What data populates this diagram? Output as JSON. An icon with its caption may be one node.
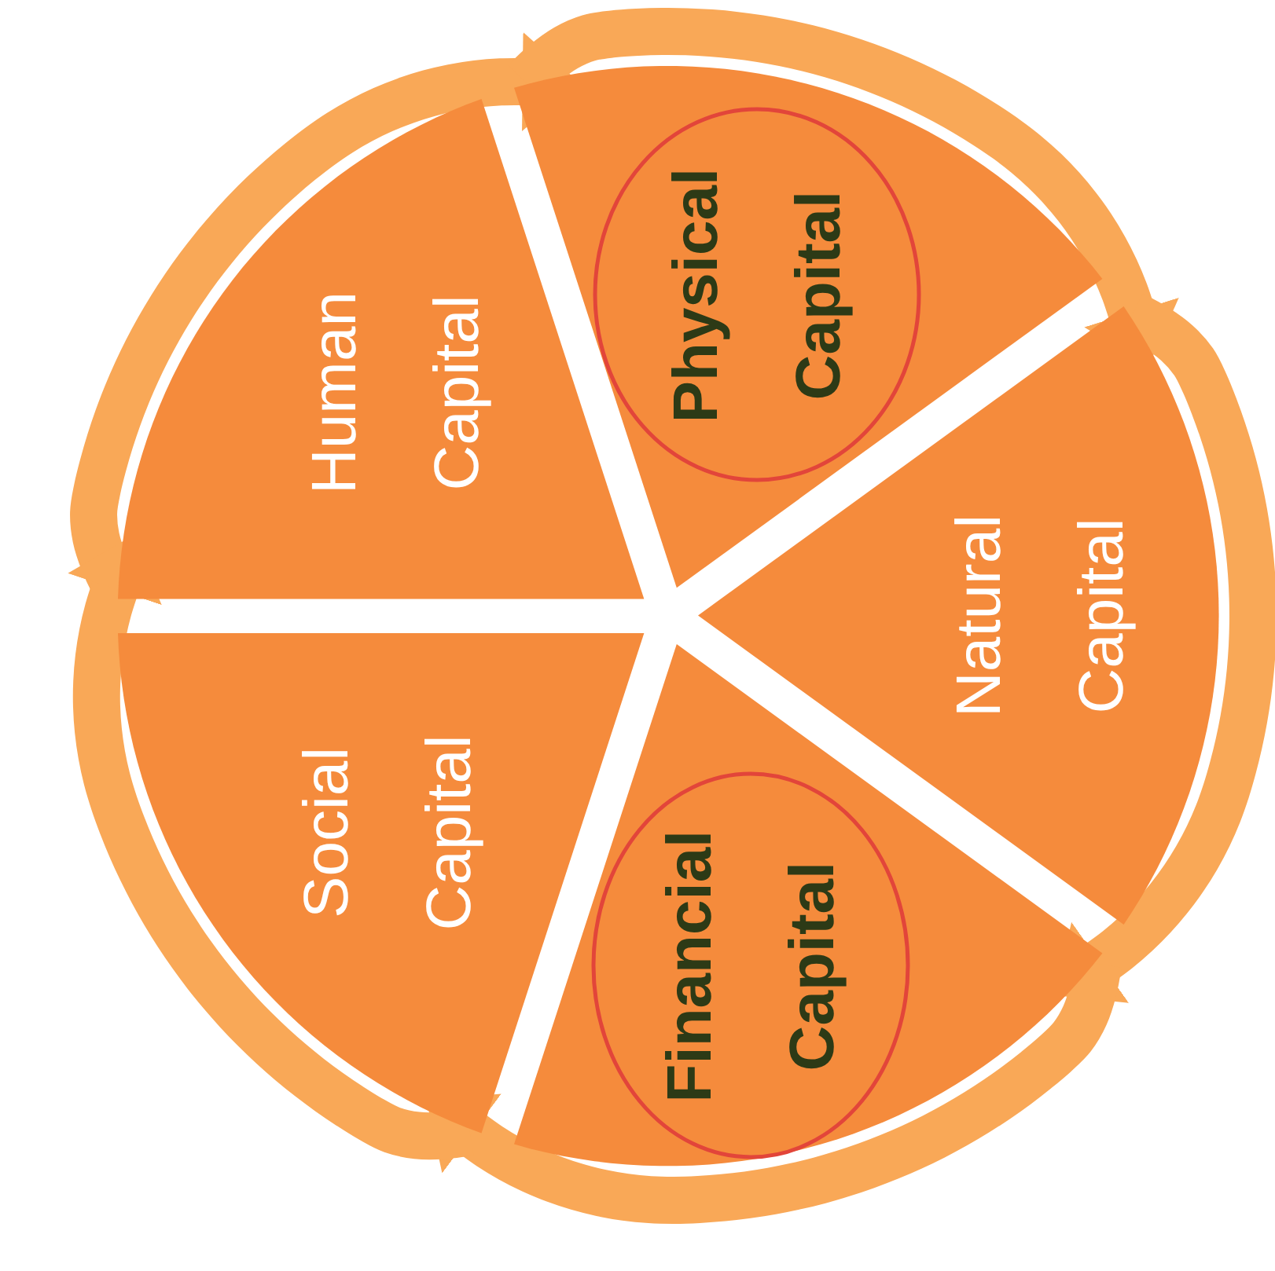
{
  "diagram": {
    "nodes": [
      {
        "text": [
          "Human Capital"
        ]
      },
      {
        "text": [],
        "shape": "wedge"
      },
      {
        "text": [
          "Physical Capital"
        ],
        "in": 1
      },
      {
        "text": [
          "Natural Capital"
        ]
      },
      {
        "text": [],
        "shape": "wedge"
      },
      {
        "text": [
          "Financial Capital"
        ],
        "in": 4
      },
      {
        "text": [
          "Social Capital"
        ]
      }
    ],
    "edges": [
      {
        "from": 0,
        "to": 1,
        "arrow": "to"
      },
      {
        "from": 1,
        "to": 3,
        "arrow": "to"
      },
      {
        "from": 3,
        "to": 4,
        "arrow": "to"
      },
      {
        "from": 4,
        "to": 6,
        "arrow": "to"
      },
      {
        "from": 6,
        "to": 0,
        "arrow": "to"
      }
    ]
  }
}
